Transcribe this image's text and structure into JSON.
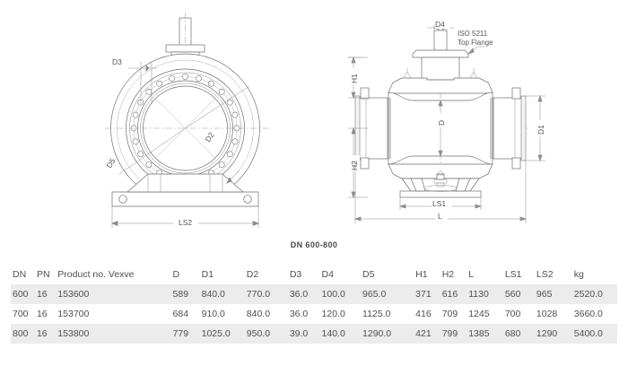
{
  "figure": {
    "title": "DN 600-800",
    "left_view": {
      "name": "front-view",
      "labels": {
        "d3": "D3",
        "d2": "D2",
        "d5": "D5",
        "ls2": "LS2"
      }
    },
    "right_view": {
      "name": "side-section-view",
      "labels": {
        "d4": "D4",
        "top_flange_note_line1": "ISO 5211",
        "top_flange_note_line2": "Top Flange",
        "h1": "H1",
        "h2": "H2",
        "d": "D",
        "d1": "D1",
        "ls1": "LS1",
        "l": "L"
      }
    }
  },
  "table": {
    "columns": [
      "DN",
      "PN",
      "Product no. Vexve",
      "D",
      "D1",
      "D2",
      "D3",
      "D4",
      "D5",
      "H1",
      "H2",
      "L",
      "LS1",
      "LS2",
      "kg"
    ],
    "rows": [
      {
        "DN": "600",
        "PN": "16",
        "product_no": "153600",
        "D": "589",
        "D1": "840.0",
        "D2": "770.0",
        "D3": "36.0",
        "D4": "100.0",
        "D5": "965.0",
        "H1": "371",
        "H2": "616",
        "L": "1130",
        "LS1": "560",
        "LS2": "965",
        "kg": "2520.0"
      },
      {
        "DN": "700",
        "PN": "16",
        "product_no": "153700",
        "D": "684",
        "D1": "910.0",
        "D2": "840.0",
        "D3": "36.0",
        "D4": "120.0",
        "D5": "1125.0",
        "H1": "416",
        "H2": "709",
        "L": "1245",
        "LS1": "700",
        "LS2": "1028",
        "kg": "3660.0"
      },
      {
        "DN": "800",
        "PN": "16",
        "product_no": "153800",
        "D": "779",
        "D1": "1025.0",
        "D2": "950.0",
        "D3": "39.0",
        "D4": "140.0",
        "D5": "1290.0",
        "H1": "421",
        "H2": "799",
        "L": "1385",
        "LS1": "680",
        "LS2": "1290",
        "kg": "5400.0"
      }
    ]
  },
  "colors": {
    "line": "#6f6f6f",
    "text": "#4f4f4f",
    "row_shade": "#ececed",
    "background": "#ffffff"
  }
}
